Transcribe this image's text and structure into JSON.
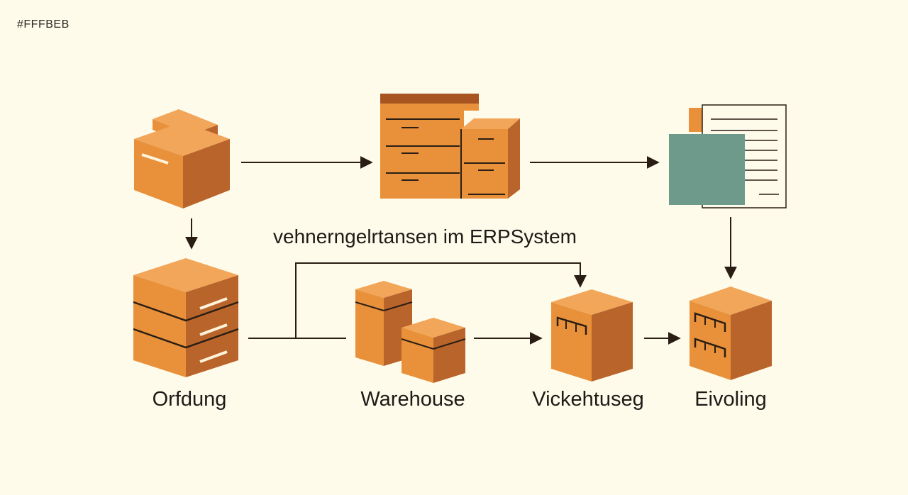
{
  "color_tag": "#FFFBEB",
  "annotation": "vehnerngelrtansen im ERPSystem",
  "nodes": [
    {
      "id": "order-box",
      "label": ""
    },
    {
      "id": "erp-cabinet",
      "label": ""
    },
    {
      "id": "document",
      "label": ""
    },
    {
      "id": "orfdung",
      "label": "Orfdung"
    },
    {
      "id": "warehouse",
      "label": "Warehouse"
    },
    {
      "id": "vickehtuseg",
      "label": "Vickehtuseg"
    },
    {
      "id": "eivoling",
      "label": "Eivoling"
    }
  ],
  "palette": {
    "background": "#FFFBEB",
    "box_top": "#F2A65A",
    "box_front": "#E8913A",
    "box_side": "#B9642A",
    "document_accent": "#6E9A8C",
    "line": "#2a1e14"
  }
}
